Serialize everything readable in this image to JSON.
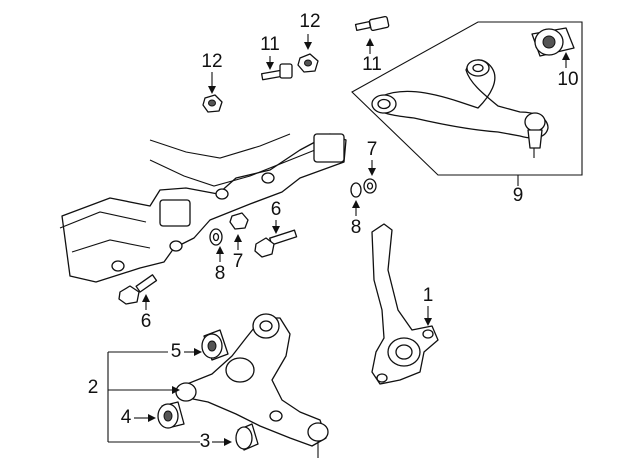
{
  "diagram": {
    "callouts": {
      "c1": "1",
      "c2": "2",
      "c3": "3",
      "c4": "4",
      "c5": "5",
      "c6a": "6",
      "c6b": "6",
      "c7a": "7",
      "c7b": "7",
      "c8a": "8",
      "c8b": "8",
      "c9": "9",
      "c10": "10",
      "c11a": "11",
      "c11b": "11",
      "c12a": "12",
      "c12b": "12"
    }
  }
}
